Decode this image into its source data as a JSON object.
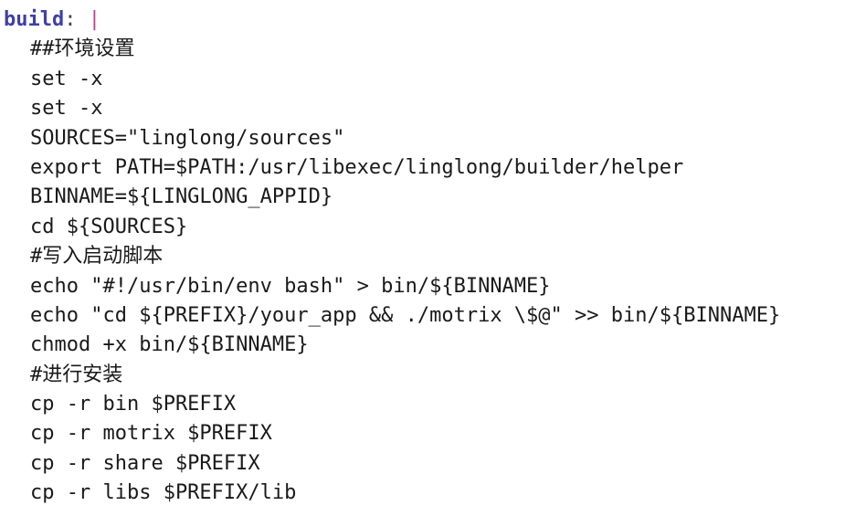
{
  "yaml": {
    "key": "build",
    "colon": ":",
    "block_indicator": "|",
    "colors": {
      "key": "#3f3fa8",
      "block_indicator": "#b8458e",
      "text": "#1a1a1a"
    }
  },
  "lines": [
    "##环境设置",
    "set -x",
    "set -x",
    "SOURCES=\"linglong/sources\"",
    "export PATH=$PATH:/usr/libexec/linglong/builder/helper",
    "BINNAME=${LINGLONG_APPID}",
    "cd ${SOURCES}",
    "#写入启动脚本",
    "echo \"#!/usr/bin/env bash\" > bin/${BINNAME}",
    "echo \"cd ${PREFIX}/your_app && ./motrix \\$@\" >> bin/${BINNAME}",
    "chmod +x bin/${BINNAME}",
    "#进行安装",
    "cp -r bin $PREFIX",
    "cp -r motrix $PREFIX",
    "cp -r share $PREFIX",
    "cp -r libs $PREFIX/lib"
  ]
}
